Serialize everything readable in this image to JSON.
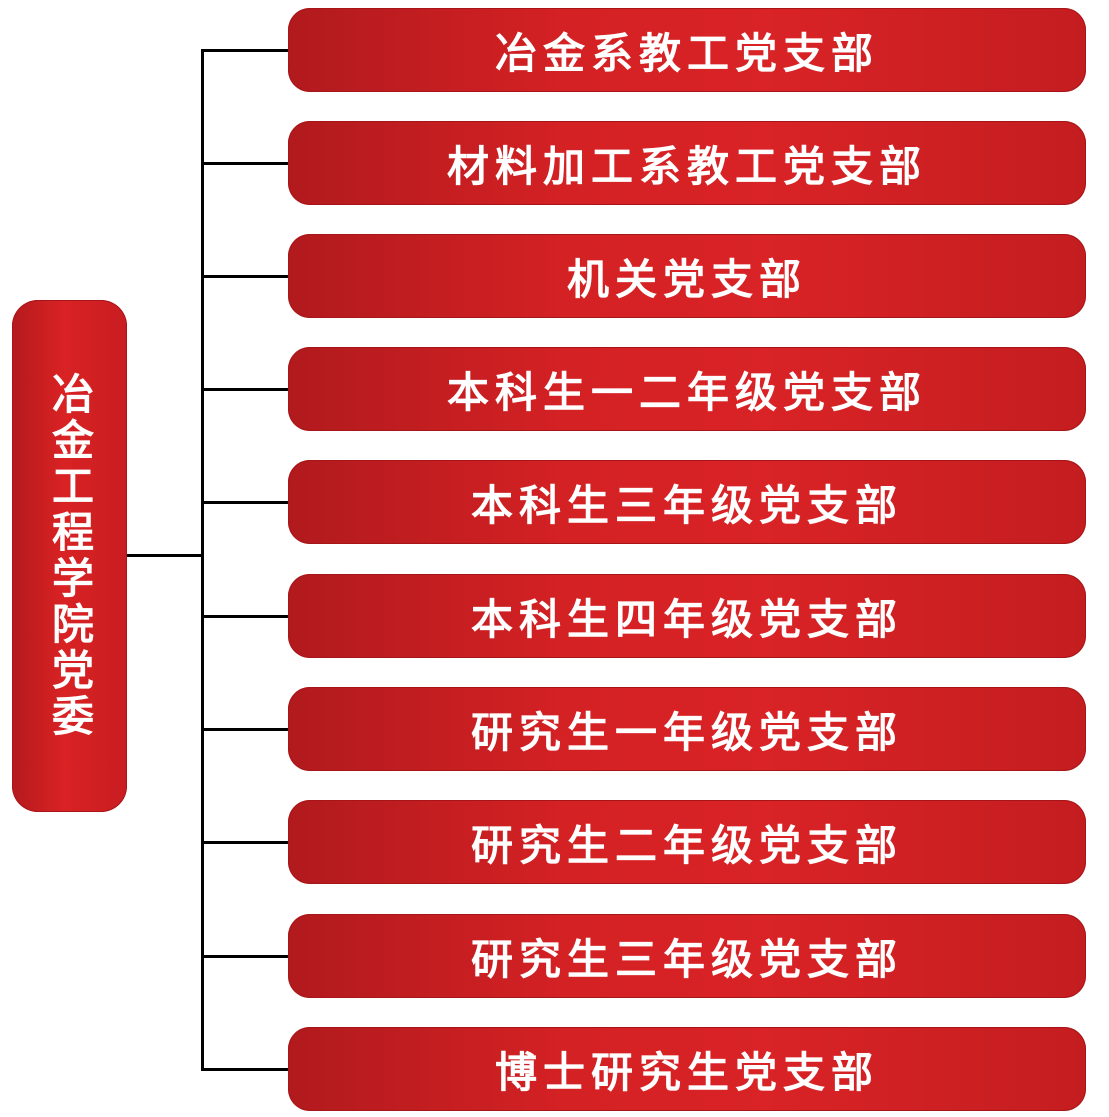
{
  "root": {
    "label": "冶金工程学院党委"
  },
  "branches": [
    {
      "label": "冶金系教工党支部"
    },
    {
      "label": "材料加工系教工党支部"
    },
    {
      "label": "机关党支部"
    },
    {
      "label": "本科生一二年级党支部"
    },
    {
      "label": "本科生三年级党支部"
    },
    {
      "label": "本科生四年级党支部"
    },
    {
      "label": "研究生一年级党支部"
    },
    {
      "label": "研究生二年级党支部"
    },
    {
      "label": "研究生三年级党支部"
    },
    {
      "label": "博士研究生党支部"
    }
  ],
  "colors": {
    "node_fill": "#d42124",
    "node_text": "#ffffff",
    "connector": "#000000"
  }
}
